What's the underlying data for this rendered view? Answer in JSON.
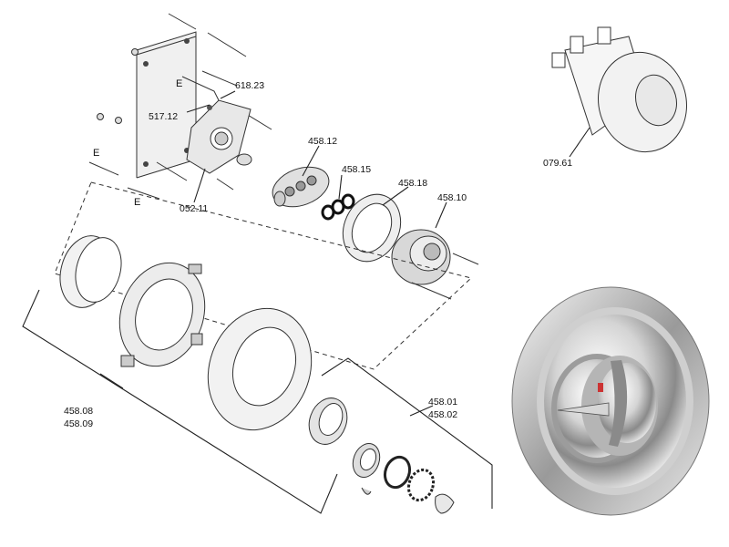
{
  "parts": [
    {
      "id": "p618",
      "label": "618.23"
    },
    {
      "id": "p517",
      "label": "517.12"
    },
    {
      "id": "p052",
      "label": "052.11"
    },
    {
      "id": "p45812",
      "label": "458.12"
    },
    {
      "id": "p45815",
      "label": "458.15"
    },
    {
      "id": "p45818",
      "label": "458.18"
    },
    {
      "id": "p45810",
      "label": "458.10"
    },
    {
      "id": "p07961",
      "label": "079.61"
    },
    {
      "id": "p45808",
      "label": "458.08"
    },
    {
      "id": "p45809",
      "label": "458.09"
    },
    {
      "id": "p45801",
      "label": "458.01"
    },
    {
      "id": "p45802",
      "label": "458.02"
    }
  ],
  "markers": [
    "E",
    "E",
    "E"
  ],
  "colors": {
    "line": "#222222",
    "part_fill": "#e6e6e6",
    "chrome_dark": "#6a6a6a",
    "chrome_light": "#f4f4f4",
    "accent_red": "#cc3333"
  }
}
